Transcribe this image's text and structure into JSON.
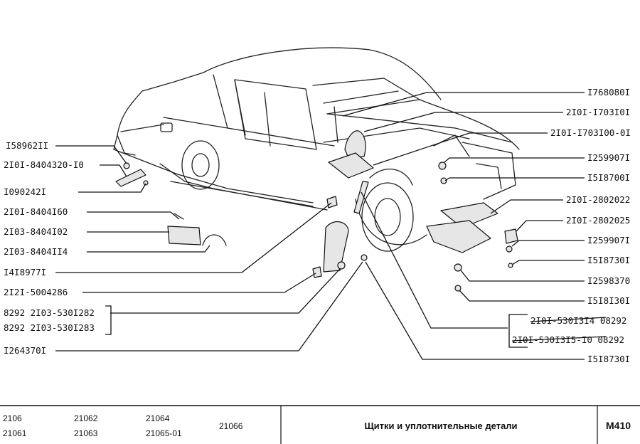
{
  "labels_left": [
    "I58962II",
    "2I0I-8404320-I0",
    "I090242I",
    "2I0I-8404I60",
    "2I03-8404I02",
    "2I03-8404II4",
    "I4I8977I",
    "2I2I-5004286",
    "8292 2I03-530I282",
    "8292 2I03-530I283",
    "I264370I"
  ],
  "labels_right": [
    "I768080I",
    "2I0I-I703I0I",
    "2I0I-I703I00-0I",
    "I259907I",
    "I5I8700I",
    "2I0I-2802022",
    "2I0I-2802025",
    "I259907I",
    "I5I8730I",
    "I2598370",
    "I5I8I30I",
    "2I0I-530I3I4 08292",
    "2I0I-530I3I5-I0 08292",
    "I5I8730I"
  ],
  "footer": {
    "models": [
      "2106",
      "21061",
      "21062",
      "21063",
      "21064",
      "21065-01",
      "21066"
    ],
    "title": "Щитки и уплотнительные детали",
    "code": "М410"
  }
}
